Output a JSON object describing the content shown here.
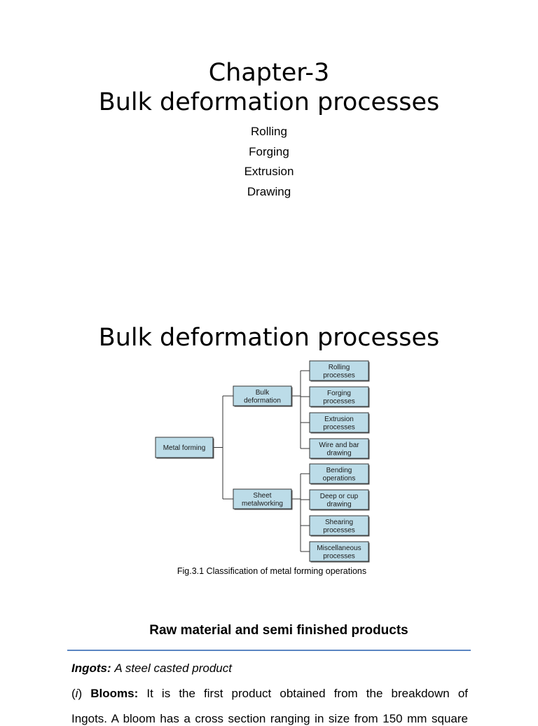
{
  "header": {
    "chapter": "Chapter-3",
    "title": "Bulk deformation processes"
  },
  "topics": [
    "Rolling",
    "Forging",
    "Extrusion",
    "Drawing"
  ],
  "section": {
    "title": "Bulk deformation processes"
  },
  "diagram": {
    "root": [
      "Metal forming"
    ],
    "groups": [
      {
        "label": [
          "Bulk",
          "deformation"
        ],
        "children": [
          [
            "Rolling",
            "processes"
          ],
          [
            "Forging",
            "processes"
          ],
          [
            "Extrusion",
            "processes"
          ],
          [
            "Wire and bar",
            "drawing"
          ]
        ]
      },
      {
        "label": [
          "Sheet",
          "metalworking"
        ],
        "children": [
          [
            "Bending",
            "operations"
          ],
          [
            "Deep or cup",
            "drawing"
          ],
          [
            "Shearing",
            "processes"
          ],
          [
            "Miscellaneous",
            "processes"
          ]
        ]
      }
    ],
    "box_fill": "#bcdce8",
    "line_color": "#333333"
  },
  "caption": "Fig.3.1 Classification of metal forming operations",
  "raw_material": {
    "heading": "Raw material and semi finished products",
    "rule_color": "#5b86c2",
    "ingots_label": "Ingots:",
    "ingots_text": "A steel casted product",
    "blooms_prefix": "(",
    "blooms_index": "i",
    "blooms_suffix": ")",
    "blooms_label": "Blooms:",
    "blooms_text": "It is the first product obtained from the breakdown of",
    "blooms_text_2": "Ingots. A bloom has a cross section ranging in size from 150 mm square"
  }
}
